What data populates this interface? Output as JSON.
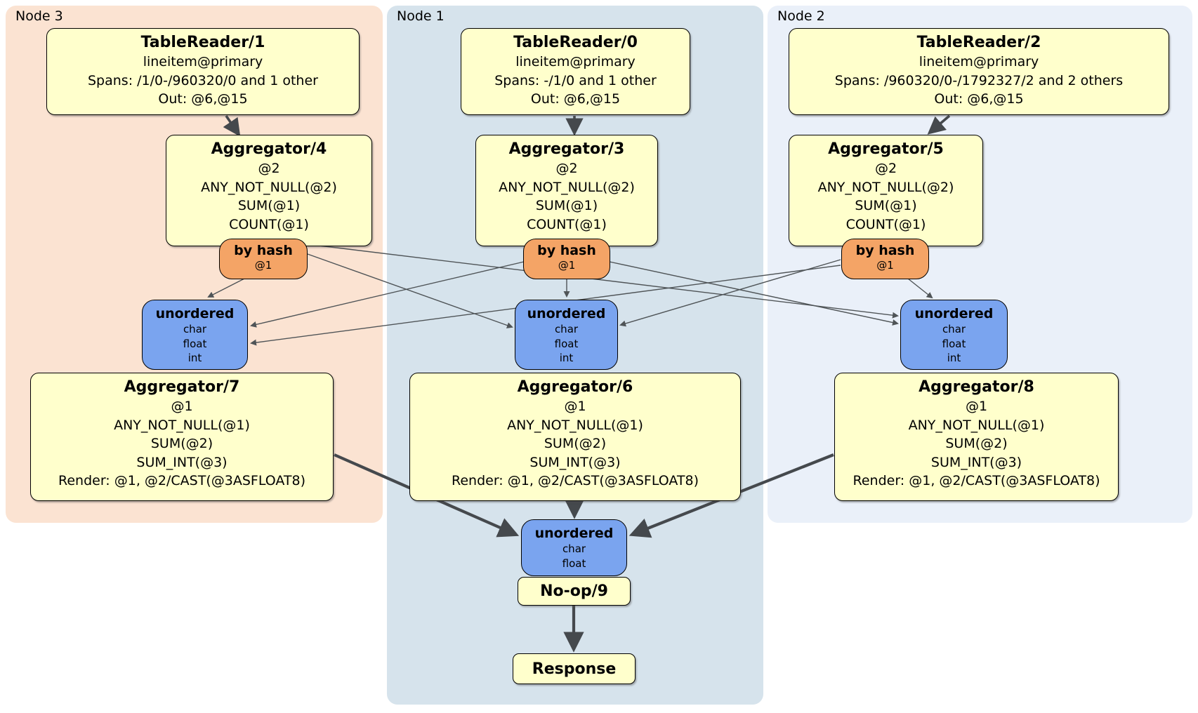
{
  "groups": {
    "node3": {
      "label": "Node 3"
    },
    "node1": {
      "label": "Node 1"
    },
    "node2": {
      "label": "Node 2"
    }
  },
  "colors": {
    "node3_bg": "#FBE3D2",
    "node1_bg": "#D6E3EC",
    "node2_bg": "#EAF0F9",
    "processor_bg": "#FFFFCC",
    "router_bg": "#F4A466",
    "sync_bg": "#7AA4EF",
    "edge_thick": "#45494D",
    "edge_thin": "#4F5457",
    "border": "#000000"
  },
  "processors": {
    "tr1": {
      "title": "TableReader/1",
      "lines": [
        "lineitem@primary",
        "Spans: /1/0-/960320/0 and 1 other",
        "Out: @6,@15"
      ]
    },
    "tr0": {
      "title": "TableReader/0",
      "lines": [
        "lineitem@primary",
        "Spans: -/1/0 and 1 other",
        "Out: @6,@15"
      ]
    },
    "tr2": {
      "title": "TableReader/2",
      "lines": [
        "lineitem@primary",
        "Spans: /960320/0-/1792327/2 and 2 others",
        "Out: @6,@15"
      ]
    },
    "agg4": {
      "title": "Aggregator/4",
      "lines": [
        "@2",
        "ANY_NOT_NULL(@2)",
        "SUM(@1)",
        "COUNT(@1)"
      ]
    },
    "agg3": {
      "title": "Aggregator/3",
      "lines": [
        "@2",
        "ANY_NOT_NULL(@2)",
        "SUM(@1)",
        "COUNT(@1)"
      ]
    },
    "agg5": {
      "title": "Aggregator/5",
      "lines": [
        "@2",
        "ANY_NOT_NULL(@2)",
        "SUM(@1)",
        "COUNT(@1)"
      ]
    },
    "agg7": {
      "title": "Aggregator/7",
      "lines": [
        "@1",
        "ANY_NOT_NULL(@1)",
        "SUM(@2)",
        "SUM_INT(@3)",
        "Render: @1, @2/CAST(@3ASFLOAT8)"
      ]
    },
    "agg6": {
      "title": "Aggregator/6",
      "lines": [
        "@1",
        "ANY_NOT_NULL(@1)",
        "SUM(@2)",
        "SUM_INT(@3)",
        "Render: @1, @2/CAST(@3ASFLOAT8)"
      ]
    },
    "agg8": {
      "title": "Aggregator/8",
      "lines": [
        "@1",
        "ANY_NOT_NULL(@1)",
        "SUM(@2)",
        "SUM_INT(@3)",
        "Render: @1, @2/CAST(@3ASFLOAT8)"
      ]
    },
    "noop": {
      "title": "No-op/9"
    },
    "response": {
      "title": "Response"
    }
  },
  "routers": {
    "hash3": {
      "title": "by hash",
      "lines": [
        "@1"
      ]
    },
    "hash1": {
      "title": "by hash",
      "lines": [
        "@1"
      ]
    },
    "hash2": {
      "title": "by hash",
      "lines": [
        "@1"
      ]
    }
  },
  "syncs": {
    "sync3": {
      "title": "unordered",
      "lines": [
        "char",
        "float",
        "int"
      ]
    },
    "sync1": {
      "title": "unordered",
      "lines": [
        "char",
        "float",
        "int"
      ]
    },
    "sync2": {
      "title": "unordered",
      "lines": [
        "char",
        "float",
        "int"
      ]
    },
    "sync_final": {
      "title": "unordered",
      "lines": [
        "char",
        "float"
      ]
    }
  },
  "edges": {
    "thick": [
      {
        "from": "TableReader/1",
        "to": "Aggregator/4"
      },
      {
        "from": "TableReader/0",
        "to": "Aggregator/3"
      },
      {
        "from": "TableReader/2",
        "to": "Aggregator/5"
      },
      {
        "from": "Aggregator/7",
        "to": "unordered-final"
      },
      {
        "from": "Aggregator/6",
        "to": "unordered-final"
      },
      {
        "from": "Aggregator/8",
        "to": "unordered-final"
      },
      {
        "from": "No-op/9",
        "to": "Response"
      }
    ],
    "thin": [
      {
        "from": "by-hash-node3",
        "to": "unordered-node3"
      },
      {
        "from": "by-hash-node3",
        "to": "unordered-node1"
      },
      {
        "from": "by-hash-node3",
        "to": "unordered-node2"
      },
      {
        "from": "by-hash-node1",
        "to": "unordered-node3"
      },
      {
        "from": "by-hash-node1",
        "to": "unordered-node1"
      },
      {
        "from": "by-hash-node1",
        "to": "unordered-node2"
      },
      {
        "from": "by-hash-node2",
        "to": "unordered-node3"
      },
      {
        "from": "by-hash-node2",
        "to": "unordered-node1"
      },
      {
        "from": "by-hash-node2",
        "to": "unordered-node2"
      }
    ]
  }
}
